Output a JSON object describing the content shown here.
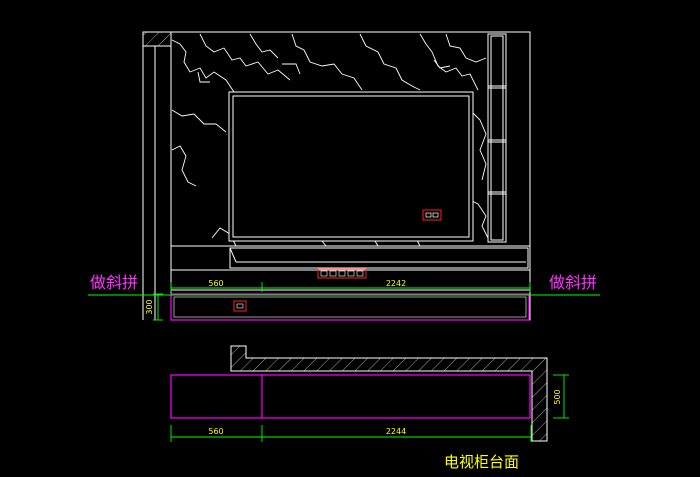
{
  "labels": {
    "left_note": "做斜拼",
    "right_note": "做斜拼",
    "caption": "电视柜台面"
  },
  "dimensions": {
    "elev_left": "560",
    "elev_right": "2242",
    "elev_side": "300",
    "plan_left": "560",
    "plan_right": "2244",
    "plan_side": "500"
  },
  "colors": {
    "background": "#000000",
    "line": "#ffffff",
    "dimension": "#00ff00",
    "dim_text": "#ffff00",
    "accent": "#ff00ff",
    "socket": "#ff2020",
    "caption": "#ffff00"
  }
}
